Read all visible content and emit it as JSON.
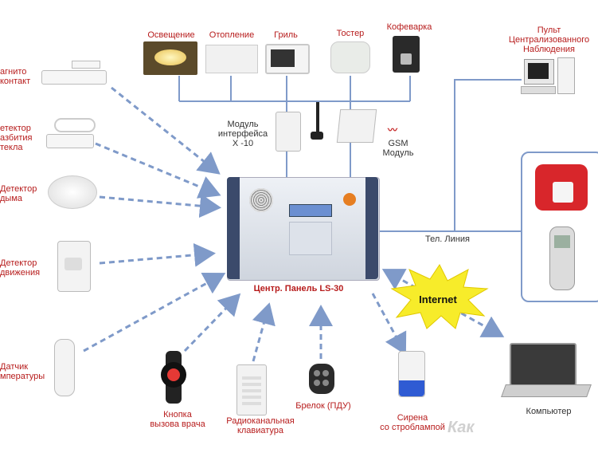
{
  "labels": {
    "lighting": "Освещение",
    "heating": "Отопление",
    "grill": "Гриль",
    "toaster": "Тостер",
    "coffee": "Кофеварка",
    "central_monitoring": "Пульт\nЦентрализованного\nНаблюдения",
    "magnetic_contact": "агнито\nконтакт",
    "glass_break": "етектор\nазбития\nтекла",
    "smoke": "Детектор\nдыма",
    "motion": "Детектор\nдвижения",
    "temperature": "Датчик\nмпературы",
    "x10_module": "Модуль\nинтерфейса\nX -10",
    "gsm": "GSM\nМодуль",
    "central_panel": "Центр. Панель LS-30",
    "tel_line": "Тел. Линия",
    "internet": "Internet",
    "panic_button": "Кнопка\nвызова врача",
    "radio_keypad": "Радиоканальная\nклавиатура",
    "keyfob": "Брелок (ПДУ)",
    "siren": "Сирена\nсо строблампой",
    "computer": "Компьютер"
  },
  "watermark": "Как",
  "colors": {
    "label": "#b71c1c",
    "wire": "#7f9ac9",
    "dash_arrow": "#7f9ac9",
    "burst": "#f7ec2a"
  }
}
